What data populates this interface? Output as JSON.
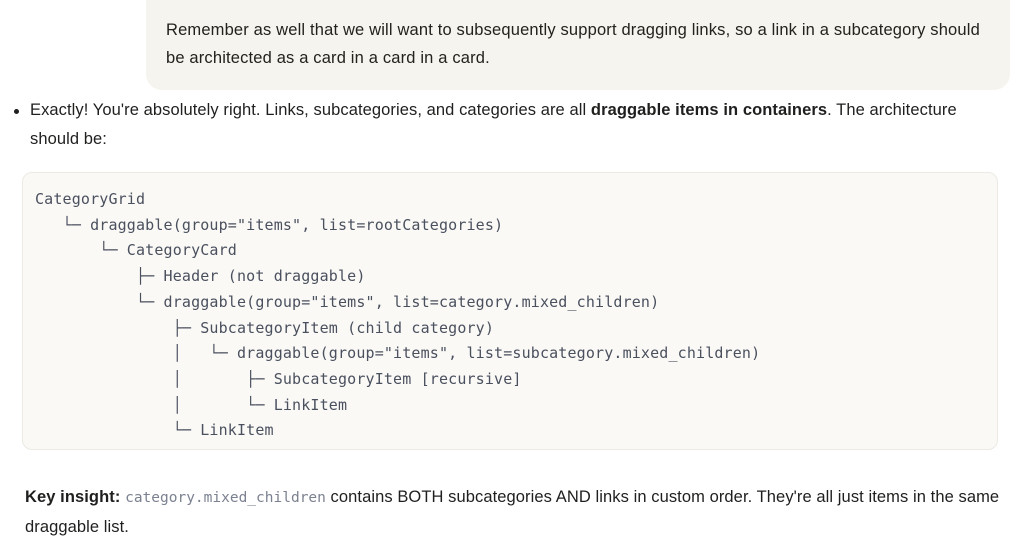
{
  "conversation": {
    "user_message": {
      "text": "Remember as well that we will want to subsequently support dragging links, so a link in a subcategory should be architected as a card in a card in a card.",
      "background_color": "#f5f4ee"
    },
    "assistant_message": {
      "intro_before_bold": "Exactly! You're absolutely right. Links, subcategories, and categories are all ",
      "intro_bold": "draggable items in containers",
      "intro_after_bold": ". The architecture should be:",
      "code_block": {
        "language": "text",
        "background_color": "#faf9f6",
        "border_color": "#eceae3",
        "text_color": "#4a505e",
        "lines": [
          "CategoryGrid",
          "   └─ draggable(group=\"items\", list=rootCategories)",
          "       └─ CategoryCard",
          "           ├─ Header (not draggable)",
          "           └─ draggable(group=\"items\", list=category.mixed_children)",
          "               ├─ SubcategoryItem (child category)",
          "               │   └─ draggable(group=\"items\", list=subcategory.mixed_children)",
          "               │       ├─ SubcategoryItem [recursive]",
          "               │       └─ LinkItem",
          "               └─ LinkItem"
        ],
        "raw_text": "CategoryGrid\n   └─ draggable(group=\"items\", list=rootCategories)\n       └─ CategoryCard\n           ├─ Header (not draggable)\n           └─ draggable(group=\"items\", list=category.mixed_children)\n               ├─ SubcategoryItem (child category)\n               │   └─ draggable(group=\"items\", list=subcategory.mixed_children)\n               │       ├─ SubcategoryItem [recursive]\n               │       └─ LinkItem\n               └─ LinkItem"
      },
      "key_insight": {
        "label": "Key insight:",
        "inline_code": "category.mixed_children",
        "text_after": " contains BOTH subcategories AND links in custom order. They're all just items in the same draggable list."
      }
    }
  }
}
